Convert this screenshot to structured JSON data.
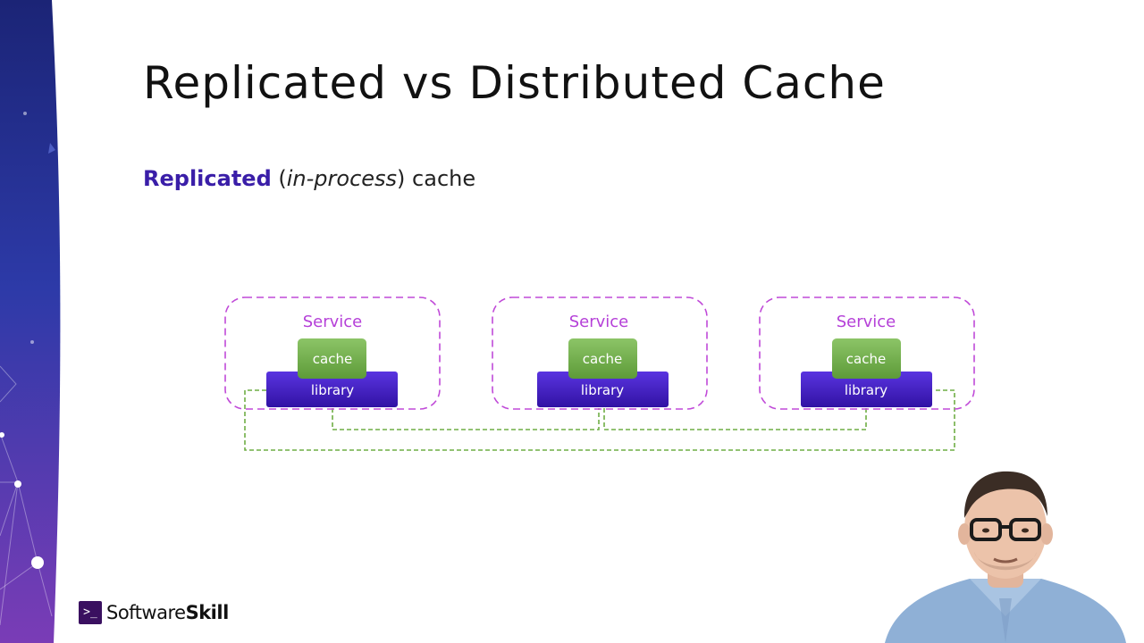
{
  "slide": {
    "title": "Replicated vs Distributed Cache",
    "subtitle": {
      "strong": "Replicated",
      "open_paren": " (",
      "em": "in-process",
      "rest": ") cache"
    }
  },
  "diagram": {
    "nodes": [
      {
        "service_label": "Service",
        "cache_label": "cache",
        "library_label": "library"
      },
      {
        "service_label": "Service",
        "cache_label": "cache",
        "library_label": "library"
      },
      {
        "service_label": "Service",
        "cache_label": "cache",
        "library_label": "library"
      }
    ],
    "colors": {
      "service_border": "#c04ad8",
      "service_text": "#b540d8",
      "cache_fill": "#6fae45",
      "library_fill": "#4a1fc4",
      "link": "#6fae45"
    }
  },
  "logo": {
    "icon_glyph": ">_",
    "text_regular": "Software",
    "text_bold": "Skill"
  },
  "colors": {
    "accent": "#3a1ea8",
    "band_top": "#1d2a86",
    "band_bottom": "#6a2fb0"
  }
}
